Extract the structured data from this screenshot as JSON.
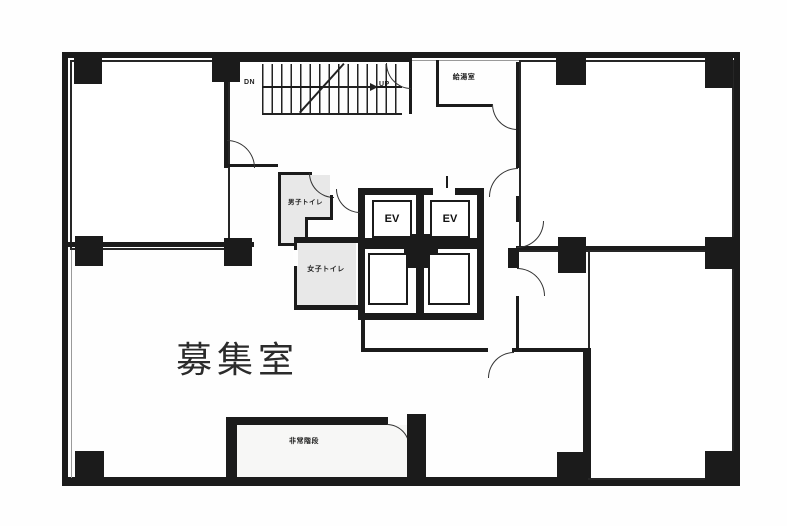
{
  "labels": {
    "vacant_room": "募集室",
    "mens_toilet": "男子トイレ",
    "womens_toilet": "女子トイレ",
    "kitchenette": "給湯室",
    "emergency_stairs": "非常階段",
    "elevator": "EV",
    "stairs_down": "DN",
    "stairs_up": "UP"
  },
  "colors": {
    "wall": "#1b1b1b",
    "door_line": "#333333",
    "toilet_fill": "#e8e8e8",
    "emergency_fill": "#f7f7f6",
    "room_fill": "#ffffff",
    "page_bg": "#fefefe",
    "big_label_text": "#2b2b2b",
    "small_label_text": "#1f1f1f"
  }
}
